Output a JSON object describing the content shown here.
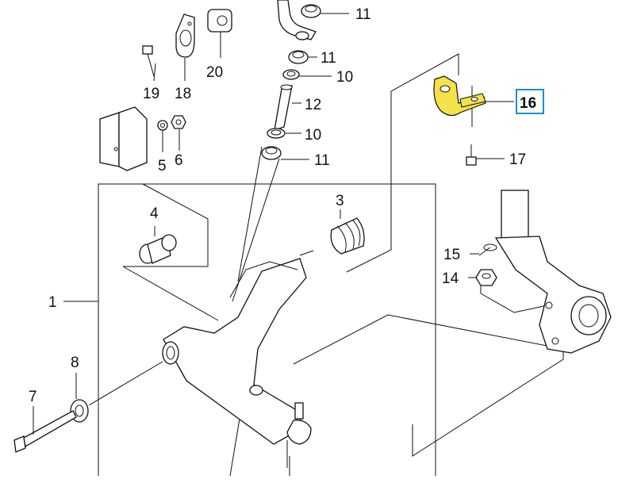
{
  "diagram": {
    "callouts": [
      {
        "id": "c11a",
        "label": "11"
      },
      {
        "id": "c11b",
        "label": "11"
      },
      {
        "id": "c10a",
        "label": "10"
      },
      {
        "id": "c12",
        "label": "12"
      },
      {
        "id": "c10b",
        "label": "10"
      },
      {
        "id": "c11c",
        "label": "11"
      },
      {
        "id": "c19",
        "label": "19"
      },
      {
        "id": "c18",
        "label": "18"
      },
      {
        "id": "c20",
        "label": "20"
      },
      {
        "id": "c5",
        "label": "5"
      },
      {
        "id": "c6",
        "label": "6"
      },
      {
        "id": "c16",
        "label": "16"
      },
      {
        "id": "c17",
        "label": "17"
      },
      {
        "id": "c4",
        "label": "4"
      },
      {
        "id": "c3",
        "label": "3"
      },
      {
        "id": "c1",
        "label": "1"
      },
      {
        "id": "c15",
        "label": "15"
      },
      {
        "id": "c14",
        "label": "14"
      },
      {
        "id": "c8",
        "label": "8"
      },
      {
        "id": "c7",
        "label": "7"
      }
    ],
    "highlight_color": "#f3e24a",
    "highlight_border_color": "#1a8fd0"
  }
}
